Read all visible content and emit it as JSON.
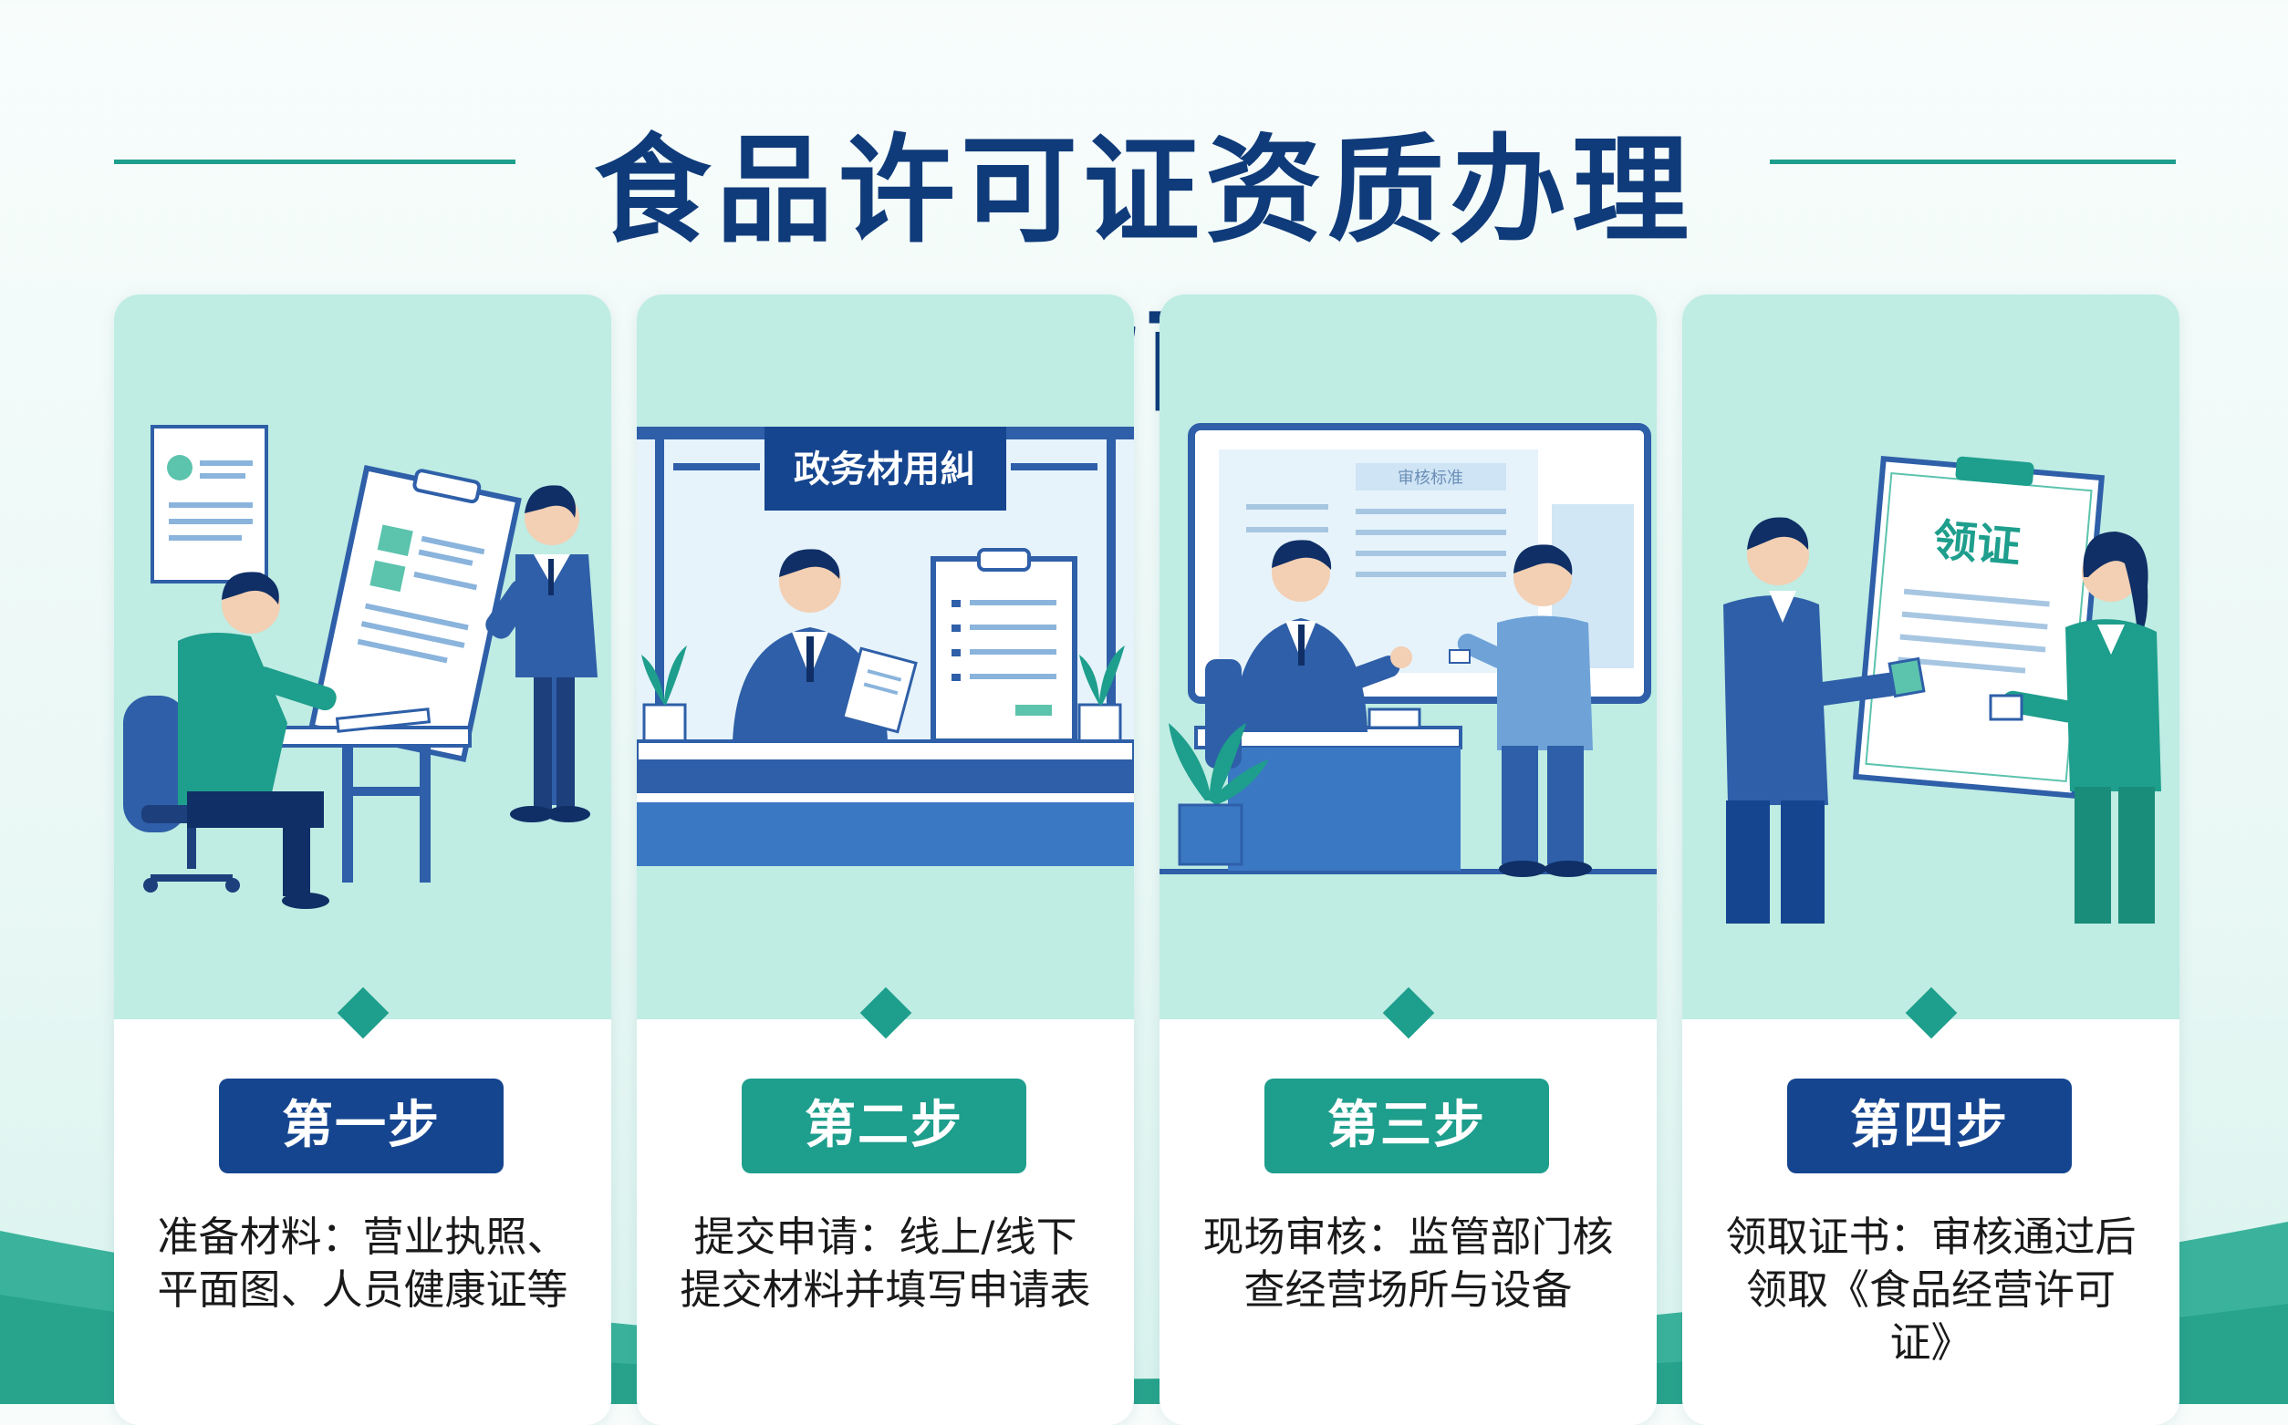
{
  "page": {
    "title": "食品许可证资质办理指南"
  },
  "colors": {
    "navy": "#0f3b7a",
    "blue": "#15458f",
    "teal": "#1e9e8c",
    "mint": "#bfece3"
  },
  "steps": [
    {
      "label": "第一步",
      "badge_color": "blue",
      "description": "准备材料：营业执照、平面图、人员健康证等",
      "illustration": "applicant-preparing-documents"
    },
    {
      "label": "第二步",
      "badge_color": "green",
      "description": "提交申请：线上/线下提交材料并填写申请表",
      "illustration": "government-service-counter",
      "sign_text": "政务材用糾"
    },
    {
      "label": "第三步",
      "badge_color": "green",
      "description": "现场审核：监管部门核查经营场所与设备",
      "illustration": "on-site-inspection",
      "screen_text": "审核标准"
    },
    {
      "label": "第四步",
      "badge_color": "blue",
      "description": "领取证书：审核通过后领取《食品经营许可证》",
      "illustration": "certificate-handover",
      "board_text": "领证"
    }
  ]
}
